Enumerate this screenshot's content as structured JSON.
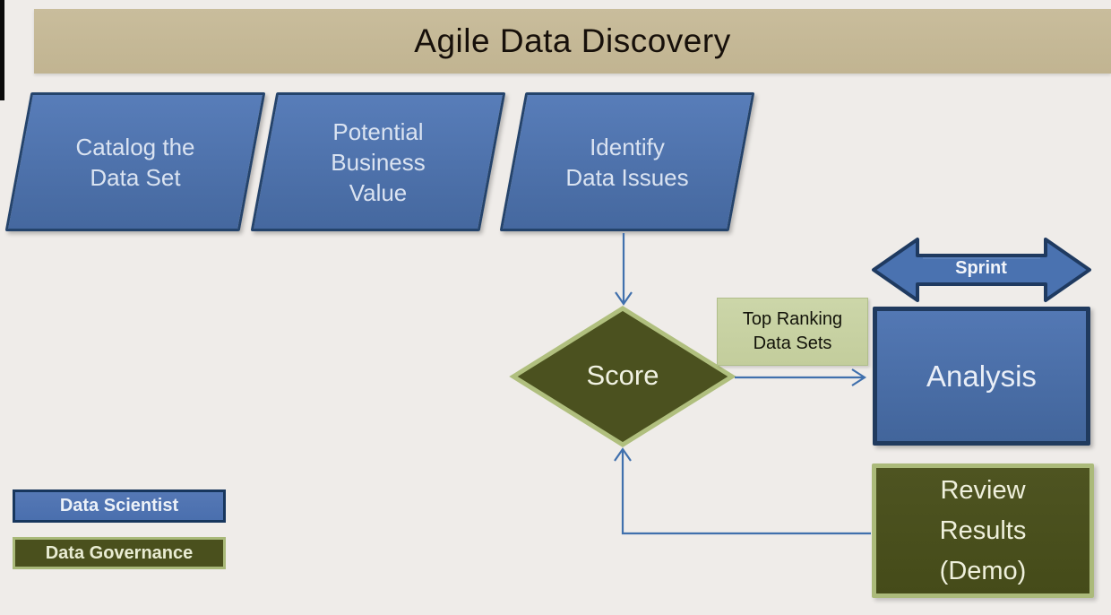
{
  "title": "Agile Data Discovery",
  "nodes": {
    "catalog": {
      "label": "Catalog the\nData Set",
      "type": "parallelogram",
      "role": "data-scientist"
    },
    "potential": {
      "label": "Potential\nBusiness\nValue",
      "type": "parallelogram",
      "role": "data-scientist"
    },
    "identify": {
      "label": "Identify\nData Issues",
      "type": "parallelogram",
      "role": "data-scientist"
    },
    "score": {
      "label": "Score",
      "type": "diamond",
      "role": "data-governance"
    },
    "top_ranking": {
      "label": "Top Ranking\nData Sets",
      "type": "annotation"
    },
    "analysis": {
      "label": "Analysis",
      "type": "rectangle",
      "role": "data-scientist"
    },
    "review": {
      "label": "Review\nResults\n(Demo)",
      "type": "rectangle",
      "role": "data-governance"
    },
    "sprint": {
      "label": "Sprint",
      "type": "double-arrow"
    }
  },
  "edges": [
    {
      "from": "identify",
      "to": "score"
    },
    {
      "from": "score",
      "to": "analysis",
      "annotation": "top_ranking"
    },
    {
      "from": "review",
      "to": "score"
    }
  ],
  "legend": {
    "items": [
      {
        "label": "Data Scientist",
        "color": "#4f74b2"
      },
      {
        "label": "Data Governance",
        "color": "#4a501d"
      }
    ]
  },
  "colors": {
    "background": "#efece9",
    "title_bar": "#c4b795",
    "blue_fill": "#4b72ae",
    "blue_border": "#203a5e",
    "olive_fill": "#4a501d",
    "olive_border": "#abba7a",
    "light_green": "#c7d1a2",
    "connector": "#4070ad",
    "title_text": "#17100a"
  }
}
